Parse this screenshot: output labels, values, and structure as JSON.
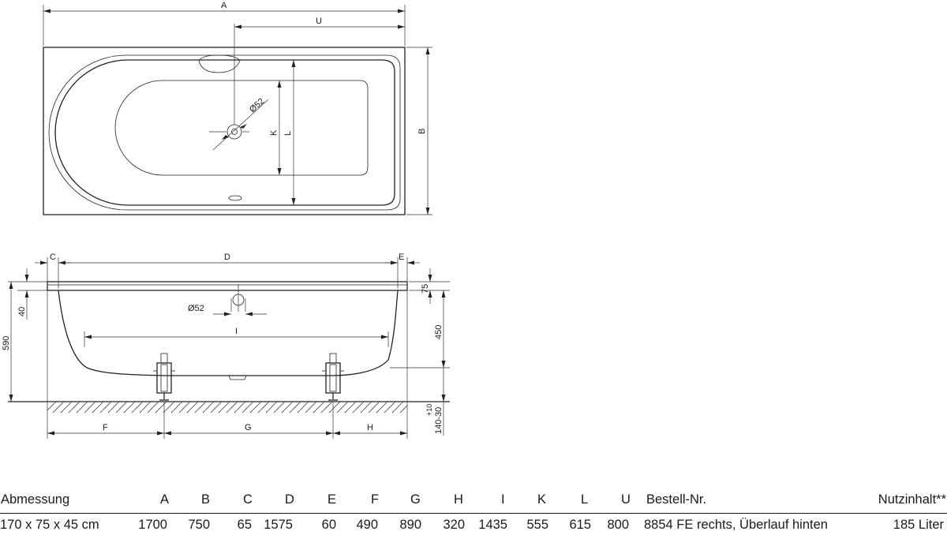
{
  "diagram": {
    "top_view_labels": {
      "A": "A",
      "U": "U",
      "B": "B",
      "K": "K",
      "L": "L",
      "diam": "Ø52"
    },
    "side_view_labels": {
      "C": "C",
      "D": "D",
      "E": "E",
      "I": "I",
      "F": "F",
      "G": "G",
      "H": "H",
      "diam": "Ø52",
      "h40": "40",
      "h590": "590",
      "h75": "75",
      "h450": "450",
      "tol_plus": "+10",
      "tol_range": "140-30"
    }
  },
  "spec_table": {
    "headers": {
      "abmessung": "Abmessung",
      "A": "A",
      "B": "B",
      "C": "C",
      "D": "D",
      "E": "E",
      "F": "F",
      "G": "G",
      "H": "H",
      "I": "I",
      "K": "K",
      "L": "L",
      "U": "U",
      "bestell": "Bestell-Nr.",
      "nutzinhalt": "Nutzinhalt**"
    },
    "row": {
      "abmessung": "170 x 75 x 45 cm",
      "A": "1700",
      "B": "750",
      "C": "65",
      "D": "1575",
      "E": "60",
      "F": "490",
      "G": "890",
      "H": "320",
      "I": "1435",
      "K": "555",
      "L": "615",
      "U": "800",
      "bestell": "8854 FE rechts, Überlauf hinten",
      "nutzinhalt": "185 Liter"
    }
  }
}
